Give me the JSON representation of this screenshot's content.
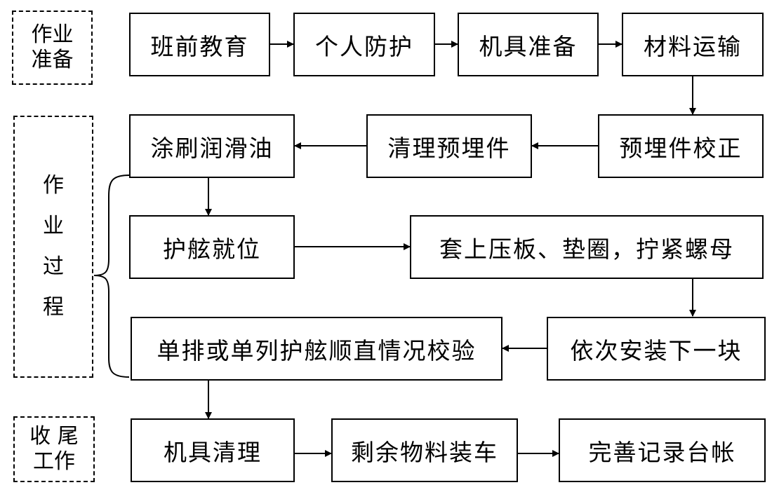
{
  "stages": {
    "prep": [
      "作业",
      "准备"
    ],
    "process": [
      "作",
      "业",
      "过",
      "程"
    ],
    "closing": [
      "收 尾",
      "工作"
    ]
  },
  "steps": {
    "s1": "班前教育",
    "s2": "个人防护",
    "s3": "机具准备",
    "s4": "材料运输",
    "s5": "预埋件校正",
    "s6": "清理预埋件",
    "s7": "涂刷润滑油",
    "s8": "护舷就位",
    "s9": "套上压板、垫圈，拧紧螺母",
    "s10": "依次安装下一块",
    "s11": "单排或单列护舷顺直情况校验",
    "s12": "机具清理",
    "s13": "剩余物料装车",
    "s14": "完善记录台帐"
  }
}
